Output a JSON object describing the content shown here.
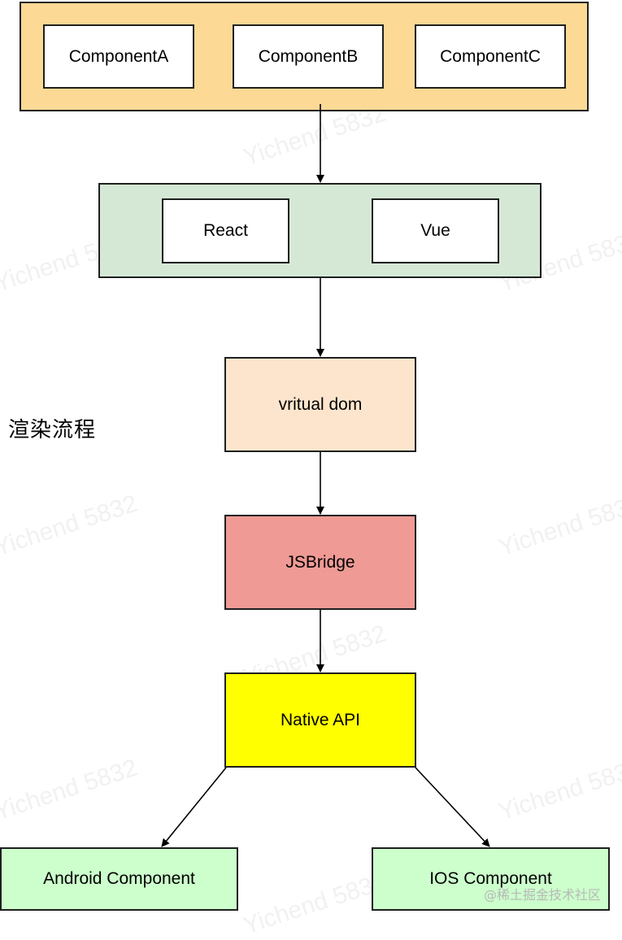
{
  "title": "渲染流程",
  "components": [
    "ComponentA",
    "ComponentB",
    "ComponentC"
  ],
  "frameworks": [
    "React",
    "Vue"
  ],
  "virtual_dom": "vritual dom",
  "bridge": "JSBridge",
  "native_api": "Native API",
  "platform_components": [
    "Android Component",
    "IOS Component"
  ],
  "watermark": "Yichend 5832",
  "site_credit": "@稀土掘金技术社区",
  "colors": {
    "components_bg": "#fcd995",
    "frameworks_bg": "#d5e8d5",
    "virtual_dom_bg": "#fde5cd",
    "bridge_bg": "#ef9a95",
    "native_api_bg": "#ffff00",
    "platform_bg": "#ccffcc",
    "stroke": "#1f1f1f"
  }
}
